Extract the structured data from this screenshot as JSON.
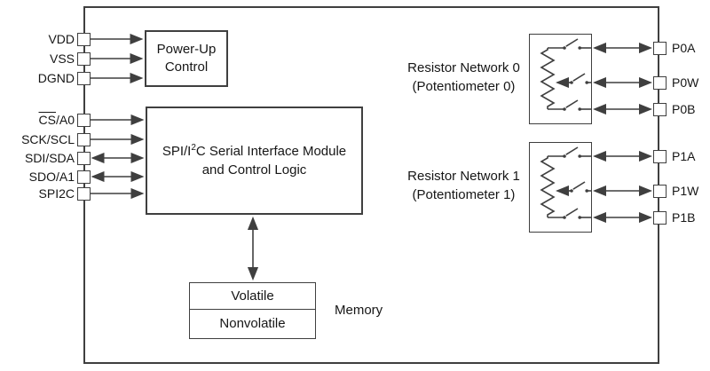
{
  "colors": {
    "line": "#3f3f3f",
    "text": "#161616",
    "background": "#ffffff"
  },
  "pins_left": [
    {
      "overline": "",
      "text": "VDD"
    },
    {
      "overline": "",
      "text": "VSS"
    },
    {
      "overline": "",
      "text": "DGND"
    },
    {
      "overline": "CS",
      "text": "/A0"
    },
    {
      "overline": "",
      "text": "SCK/SCL"
    },
    {
      "overline": "",
      "text": "SDI/SDA"
    },
    {
      "overline": "",
      "text": "SDO/A1"
    },
    {
      "overline": "",
      "text": "SPI2C"
    }
  ],
  "pins_right": [
    {
      "text": "P0A"
    },
    {
      "text": "P0W"
    },
    {
      "text": "P0B"
    },
    {
      "text": "P1A"
    },
    {
      "text": "P1W"
    },
    {
      "text": "P1B"
    }
  ],
  "blocks": {
    "power_up": {
      "line1": "Power-Up",
      "line2": "Control"
    },
    "serial_interface": {
      "line1_pre": "SPI/I",
      "line1_sup": "2",
      "line1_post": "C Serial Interface Module",
      "line2": "and Control Logic"
    },
    "memory": {
      "cells": [
        "Volatile",
        "Nonvolatile"
      ],
      "label": "Memory"
    },
    "resistor_network_0": {
      "line1": "Resistor Network 0",
      "line2": "(Potentiometer 0)"
    },
    "resistor_network_1": {
      "line1": "Resistor Network 1",
      "line2": "(Potentiometer 1)"
    }
  }
}
